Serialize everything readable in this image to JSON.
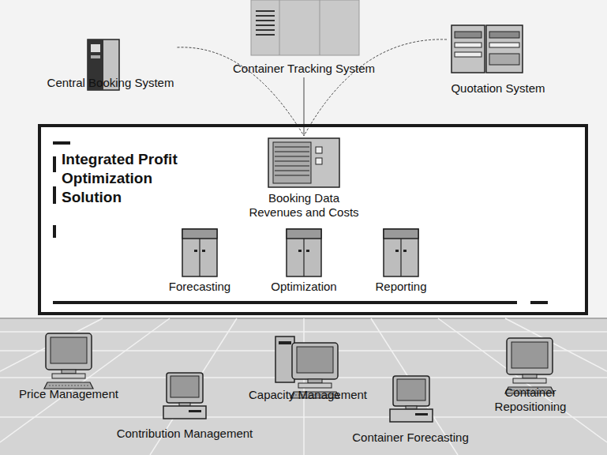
{
  "diagram": {
    "nodes": [
      {
        "text": [
          "Central Booking System"
        ]
      },
      {
        "text": [
          "Container Tracking System"
        ]
      },
      {
        "text": [
          "Quotation System"
        ]
      },
      {
        "text": [
          "Integrated Profit Optimization Solution"
        ]
      },
      {
        "text": [
          "Booking Data Revenues and Costs"
        ],
        "in": 3
      },
      {
        "text": [
          "Forecasting"
        ],
        "in": 3
      },
      {
        "text": [
          "Optimization"
        ],
        "in": 3
      },
      {
        "text": [
          "Reporting"
        ],
        "in": 3
      },
      {
        "text": [
          "Price Management"
        ]
      },
      {
        "text": [
          "Contribution Management"
        ]
      },
      {
        "text": [
          "Capacity Management"
        ]
      },
      {
        "text": [
          "Container Forecasting"
        ]
      },
      {
        "text": [
          "Container Repositioning"
        ]
      }
    ],
    "edges": [
      {
        "from": 0,
        "to": 4,
        "arrow": "none"
      },
      {
        "from": 1,
        "to": 4,
        "arrow": "none"
      },
      {
        "from": 2,
        "to": 4,
        "arrow": "none"
      }
    ]
  }
}
